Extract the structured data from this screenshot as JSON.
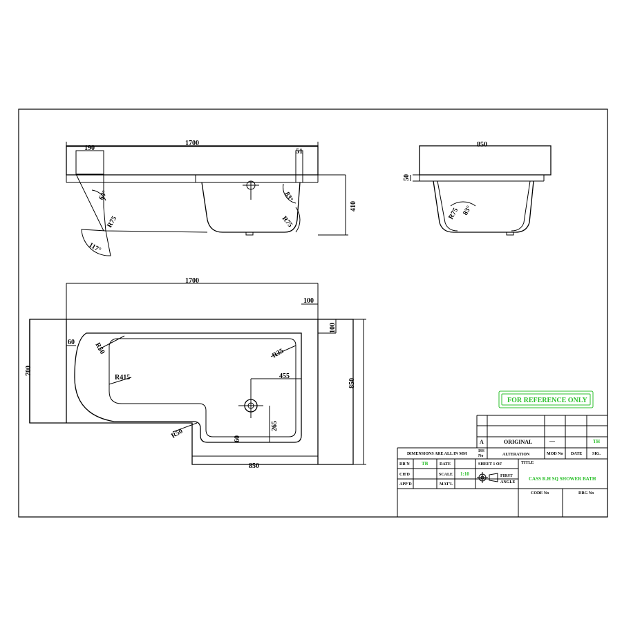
{
  "side_view": {
    "dims": {
      "length": "1700",
      "end_width": "190",
      "rim_width": "51",
      "height": "410",
      "angle_end": "64°",
      "radius_end": "R75",
      "angle_arc": "117°",
      "angle_tap": "83°",
      "radius_tap": "R75"
    }
  },
  "end_view": {
    "dims": {
      "width": "850",
      "rim": "50",
      "radius": "R75",
      "angle": "83°"
    }
  },
  "plan_view": {
    "dims": {
      "length": "1700",
      "rim_offset": "100",
      "rim_side": "100",
      "width": "700",
      "full_width": "850",
      "edge": "60",
      "radius_corner": "R50",
      "radius_inner": "R35",
      "radius_large": "R415",
      "waste_x": "455",
      "waste_y": "265",
      "step_edge": "60",
      "radius_step": "R50",
      "shower_width": "850"
    }
  },
  "stamp": "FOR REFERENCE ONLY",
  "title_block": {
    "issue": "A",
    "alteration_text": "ORIGINAL",
    "mod_dash": "—",
    "sig_value": "TH",
    "iss_label": "ISS",
    "no_label": "No",
    "alteration_label": "ALTERATION",
    "mod_label": "MOD No",
    "date_label": "DATE",
    "sig_label": "SIG.",
    "dimensions_note": "DIMENSIONS ARE ALL IN MM",
    "drn_label": "DR'N",
    "drn_value": "TB",
    "date_label2": "DATE",
    "chd_label": "CH'D",
    "scale_label": "SCALE",
    "scale_value": "1:10",
    "appd_label": "APP'D",
    "matl_label": "MAT'L",
    "sheet": "SHEET 1 OF",
    "projection_line1": "FIRST",
    "projection_line2": "ANGLE",
    "title_label": "TITLE",
    "title_value": "CASS  R.H SQ SHOWER BATH",
    "code_label": "CODE No",
    "drg_label": "DRG No"
  }
}
